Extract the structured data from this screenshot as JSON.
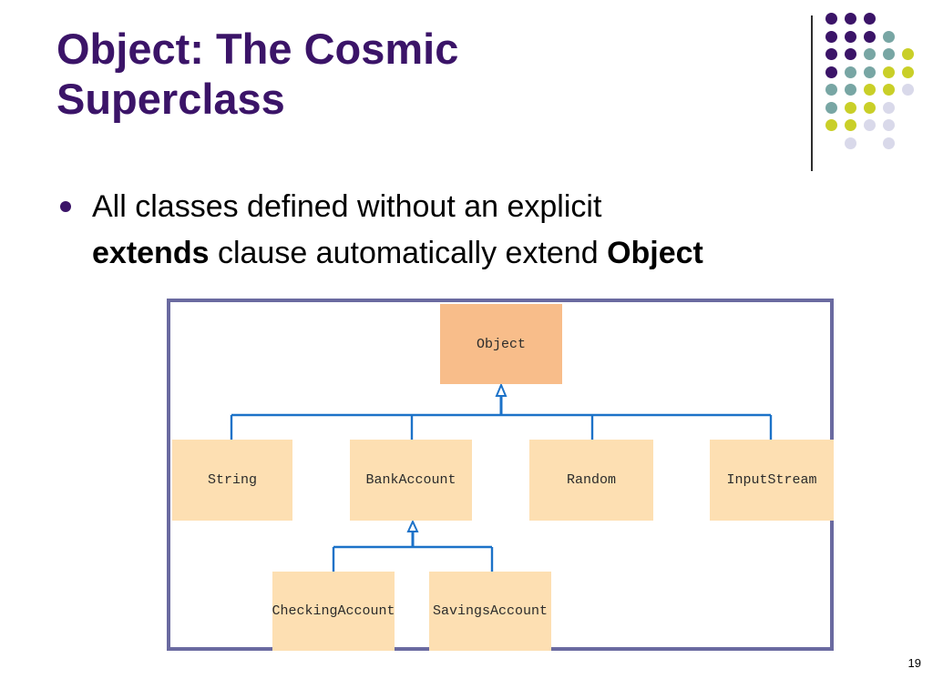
{
  "slide": {
    "title": {
      "line1": "Object: The Cosmic",
      "line2": "Superclass"
    },
    "bullet": {
      "line1": "All classes defined without an explicit",
      "line2_bold_start": "extends",
      "line2_middle": " clause automatically extend ",
      "line2_bold_end": "Object"
    },
    "page_number": "19"
  },
  "colors": {
    "title": "#3b1468",
    "bullet": "#3b1468",
    "frame": "#6a6aa0",
    "connector": "#1c72c8",
    "root_box": "#f8bd8a",
    "leaf_box": "#fddfb2",
    "dot_purple": "#3b1468",
    "dot_teal": "#78a6a4",
    "dot_yellow": "#c9cf28",
    "dot_lavender": "#d9d9ea"
  },
  "decoration": {
    "dot_grid": [
      [
        "purple",
        "purple",
        "purple",
        null,
        null
      ],
      [
        "purple",
        "purple",
        "purple",
        "teal",
        null
      ],
      [
        "purple",
        "purple",
        "teal",
        "teal",
        "yellow"
      ],
      [
        "purple",
        "teal",
        "teal",
        "yellow",
        "yellow"
      ],
      [
        "teal",
        "teal",
        "yellow",
        "yellow",
        "lavender"
      ],
      [
        "teal",
        "yellow",
        "yellow",
        "lavender",
        null
      ],
      [
        "yellow",
        "yellow",
        "lavender",
        "lavender",
        null
      ],
      [
        null,
        "lavender",
        null,
        "lavender",
        null
      ]
    ]
  },
  "diagram": {
    "classes": {
      "object": "Object",
      "string": "String",
      "bank_account": "BankAccount",
      "random": "Random",
      "input_stream": "InputStream",
      "checking_account": "CheckingAccount",
      "savings_account": "SavingsAccount"
    },
    "inheritance": [
      {
        "parent": "Object",
        "children": [
          "String",
          "BankAccount",
          "Random",
          "InputStream"
        ]
      },
      {
        "parent": "BankAccount",
        "children": [
          "CheckingAccount",
          "SavingsAccount"
        ]
      }
    ]
  }
}
